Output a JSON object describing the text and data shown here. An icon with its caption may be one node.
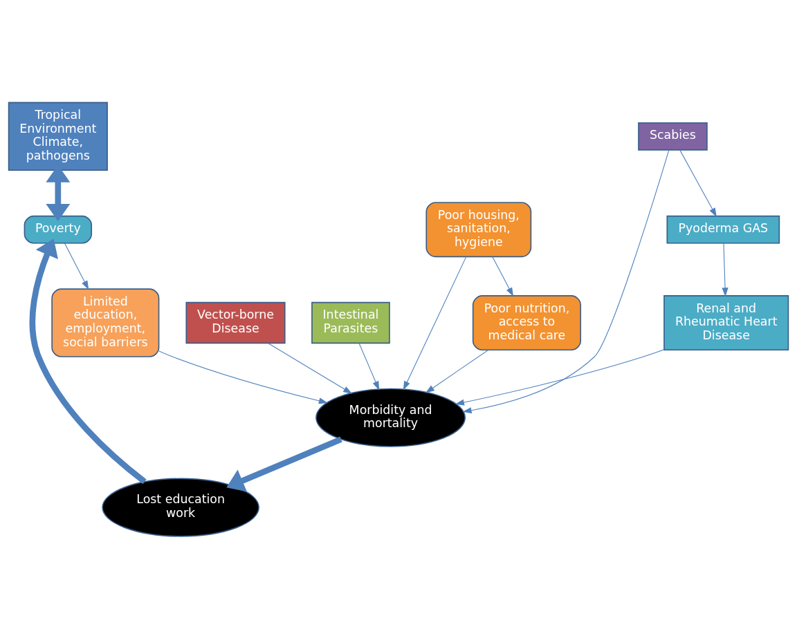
{
  "diagram": {
    "nodes": [
      {
        "text": [
          "Tropical Environment",
          "Climate, pathogens"
        ]
      },
      {
        "text": [
          "Poverty"
        ]
      },
      {
        "text": [
          "Vector-borne Disease"
        ]
      },
      {
        "text": [
          "Limited education, employment, social barriers"
        ]
      },
      {
        "text": [
          "Morbidity and mortality"
        ]
      },
      {
        "text": [
          "Intestinal Parasites"
        ]
      },
      {
        "text": [
          "Poor housing, sanitation, hygiene"
        ]
      },
      {
        "text": [
          "Scabies"
        ]
      },
      {
        "text": [
          "Lost education work"
        ]
      },
      {
        "text": [
          "Pyoderma GAS"
        ]
      },
      {
        "text": [
          "Renal and Rheumatic Heart Disease"
        ]
      },
      {
        "text": [
          "Poor nutrition, access to medical care"
        ]
      }
    ],
    "edges": [
      {
        "from": 0,
        "to": 1,
        "arrow": "both",
        "style": "thick"
      },
      {
        "from": 1,
        "to": 3,
        "arrow": "to"
      },
      {
        "from": 2,
        "to": 4,
        "arrow": "to"
      },
      {
        "from": 3,
        "to": 4,
        "arrow": "to"
      },
      {
        "from": 5,
        "to": 4,
        "arrow": "to"
      },
      {
        "from": 7,
        "to": 4,
        "arrow": "to"
      },
      {
        "from": 10,
        "to": 4,
        "arrow": "to"
      },
      {
        "from": 6,
        "to": 4,
        "arrow": "to"
      },
      {
        "from": 11,
        "to": 4,
        "arrow": "to"
      },
      {
        "from": 4,
        "to": 8,
        "arrow": "to",
        "style": "thick"
      },
      {
        "from": 6,
        "to": 11,
        "arrow": "to"
      },
      {
        "from": 7,
        "to": 9,
        "arrow": "to"
      },
      {
        "from": 9,
        "to": 10,
        "arrow": "to"
      },
      {
        "from": 8,
        "to": 1,
        "arrow": "to",
        "style": "thick"
      }
    ]
  }
}
